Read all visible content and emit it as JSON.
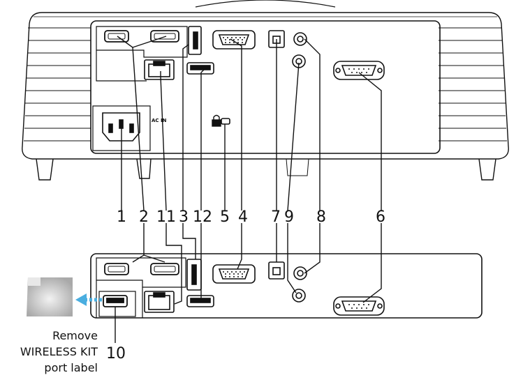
{
  "callouts": {
    "c1": "1",
    "c2": "2",
    "c11": "11",
    "c3": "3",
    "c12": "12",
    "c5": "5",
    "c4": "4",
    "c7": "7",
    "c9": "9",
    "c8": "8",
    "c6": "6",
    "c10": "10"
  },
  "panel_text": {
    "ac_in": "AC IN"
  },
  "caption": {
    "line1": "Remove",
    "line2": "WIRELESS KIT",
    "line3": "port label"
  },
  "colors": {
    "stroke": "#111111",
    "label_arrow": "#4aaee0",
    "label_fill": "#bdbdbd"
  }
}
